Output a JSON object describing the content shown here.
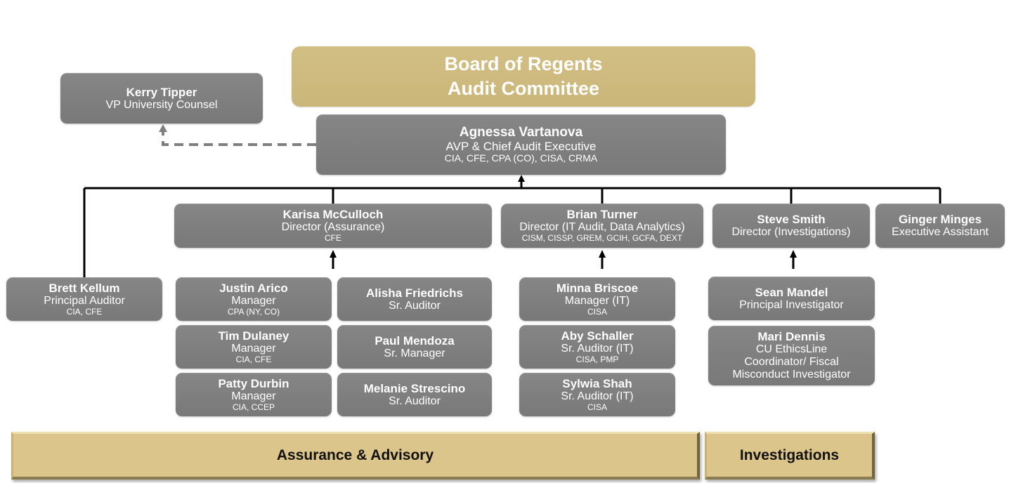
{
  "board": {
    "line1": "Board of Regents",
    "line2": "Audit Committee"
  },
  "counsel": {
    "name": "Kerry Tipper",
    "title": "VP University Counsel"
  },
  "cae": {
    "name": "Agnessa Vartanova",
    "title": "AVP & Chief Audit Executive",
    "cred": "CIA, CFE, CPA (CO), CISA, CRMA"
  },
  "directors": {
    "assurance": {
      "name": "Karisa McCulloch",
      "title": "Director (Assurance)",
      "cred": "CFE"
    },
    "it": {
      "name": "Brian Turner",
      "title": "Director (IT Audit, Data Analytics)",
      "cred": "CISM, CISSP, GREM, GCIH, GCFA, DEXT"
    },
    "investigations": {
      "name": "Steve Smith",
      "title": "Director (Investigations)"
    },
    "assistant": {
      "name": "Ginger Minges",
      "title": "Executive Assistant"
    }
  },
  "principal_auditor": {
    "name": "Brett Kellum",
    "title": "Principal Auditor",
    "cred": "CIA, CFE"
  },
  "assurance_staff": [
    {
      "name": "Justin Arico",
      "title": "Manager",
      "cred": "CPA (NY, CO)"
    },
    {
      "name": "Tim Dulaney",
      "title": "Manager",
      "cred": "CIA, CFE"
    },
    {
      "name": "Patty Durbin",
      "title": "Manager",
      "cred": "CIA, CCEP"
    },
    {
      "name": "Alisha Friedrichs",
      "title": "Sr. Auditor"
    },
    {
      "name": "Paul Mendoza",
      "title": "Sr. Manager"
    },
    {
      "name": "Melanie Strescino",
      "title": "Sr. Auditor"
    }
  ],
  "it_staff": [
    {
      "name": "Minna Briscoe",
      "title": "Manager (IT)",
      "cred": "CISA"
    },
    {
      "name": "Aby Schaller",
      "title": "Sr. Auditor (IT)",
      "cred": "CISA, PMP"
    },
    {
      "name": "Sylwia Shah",
      "title": "Sr. Auditor (IT)",
      "cred": "CISA"
    }
  ],
  "investigations_staff": [
    {
      "name": "Sean Mandel",
      "title": "Principal Investigator"
    },
    {
      "name": "Mari Dennis",
      "title_lines": [
        "CU EthicsLine",
        "Coordinator/ Fiscal",
        "Misconduct Investigator"
      ]
    }
  ],
  "sections": {
    "assurance": "Assurance & Advisory",
    "investigations": "Investigations"
  },
  "colors": {
    "gold": "#CDB97B",
    "box_gray": "#808080",
    "dashed_line": "#7f7f7f",
    "connector": "#000000"
  }
}
